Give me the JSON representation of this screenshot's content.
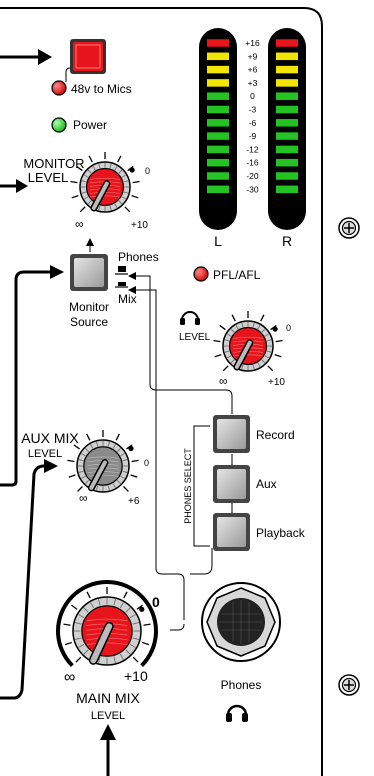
{
  "labels": {
    "phantom": "48v to Mics",
    "power": "Power",
    "monitor_level_1": "MONITOR",
    "monitor_level_2": "LEVEL",
    "monitor_source_1": "Monitor",
    "monitor_source_2": "Source",
    "phones_opt": "Phones",
    "mix_opt": "Mix",
    "pfl_afl": "PFL/AFL",
    "headphone_level": "LEVEL",
    "record": "Record",
    "aux": "Aux",
    "playback": "Playback",
    "phones_select": "PHONES SELECT",
    "aux_mix_1": "AUX MIX",
    "aux_mix_2": "LEVEL",
    "main_mix_1": "MAIN MIX",
    "main_mix_2": "LEVEL",
    "phones_jack": "Phones",
    "meter_left": "L",
    "meter_right": "R"
  },
  "knob_scales": {
    "monitor": {
      "zero": "0",
      "max": "+10",
      "min": "∞"
    },
    "headphone": {
      "zero": "0",
      "max": "+10",
      "min": "∞"
    },
    "aux": {
      "zero": "0",
      "max": "+6",
      "min": "∞"
    },
    "main": {
      "zero": "0",
      "max": "+10",
      "min": "∞"
    }
  },
  "meter": {
    "scale": [
      "+16",
      "+9",
      "+6",
      "+3",
      "0",
      "-3",
      "-6",
      "-9",
      "-12",
      "-16",
      "-20",
      "-30"
    ],
    "segment_colors": [
      "#e8141b",
      "#f2e600",
      "#f2e600",
      "#f2e600",
      "#22c322",
      "#22c322",
      "#22c322",
      "#22c322",
      "#22c322",
      "#22c322",
      "#22c322",
      "#22c322"
    ]
  },
  "colors": {
    "red_button": "#e8141b",
    "led_red": "#e8141b",
    "led_green": "#2ecc2e",
    "knob_red": "#e8141b",
    "knob_gray": "#8a8a8a"
  },
  "icons": {
    "headphones": "headphones-icon",
    "screw": "screw-icon"
  }
}
